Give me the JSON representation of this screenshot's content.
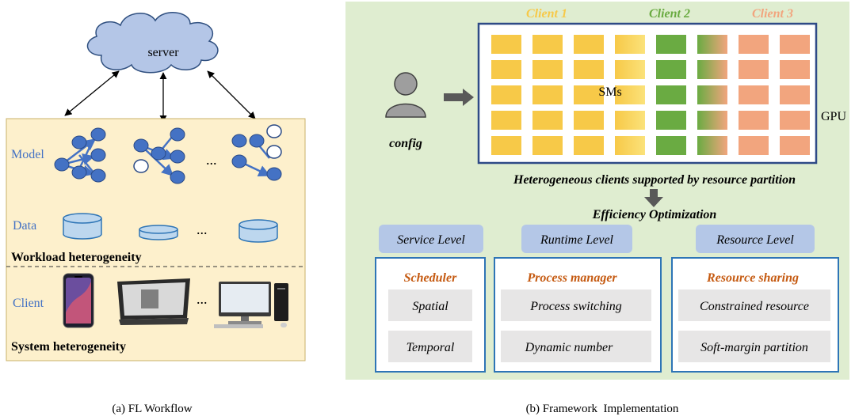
{
  "left": {
    "server_label": "server",
    "model_label": "Model",
    "data_label": "Data",
    "client_label": "Client",
    "ellipsis": "...",
    "workload_label": "Workload heterogeneity",
    "system_label": "System heterogeneity",
    "caption": "(a) FL Workflow"
  },
  "right": {
    "clients": [
      "Client 1",
      "Client 2",
      "Client 3"
    ],
    "config_label": "config",
    "sms_label": "SMs",
    "gpu_label": "GPU",
    "hetero_label": "Heterogeneous clients supported by resource partition",
    "efficiency_label": "Efficiency Optimization",
    "levels": [
      {
        "tab": "Service Level",
        "title": "Scheduler",
        "items": [
          "Spatial",
          "Temporal"
        ]
      },
      {
        "tab": "Runtime Level",
        "title": "Process manager",
        "items": [
          "Process switching",
          "Dynamic number"
        ]
      },
      {
        "tab": "Resource Level",
        "title": "Resource sharing",
        "items": [
          "Constrained resource",
          "Soft-margin partition"
        ]
      }
    ],
    "caption": "(b) Framework  Implementation"
  },
  "colors": {
    "panel_left": "#fdf0cc",
    "panel_right": "#dfedd0",
    "client1": "#f7c948",
    "client2": "#6aab42",
    "client3": "#f2a57e",
    "cloud": "#b4c6e7",
    "node_blue": "#4472c4",
    "tab_blue": "#b4c7e7",
    "title_orange": "#c55a11",
    "box_border": "#2e75b6"
  }
}
